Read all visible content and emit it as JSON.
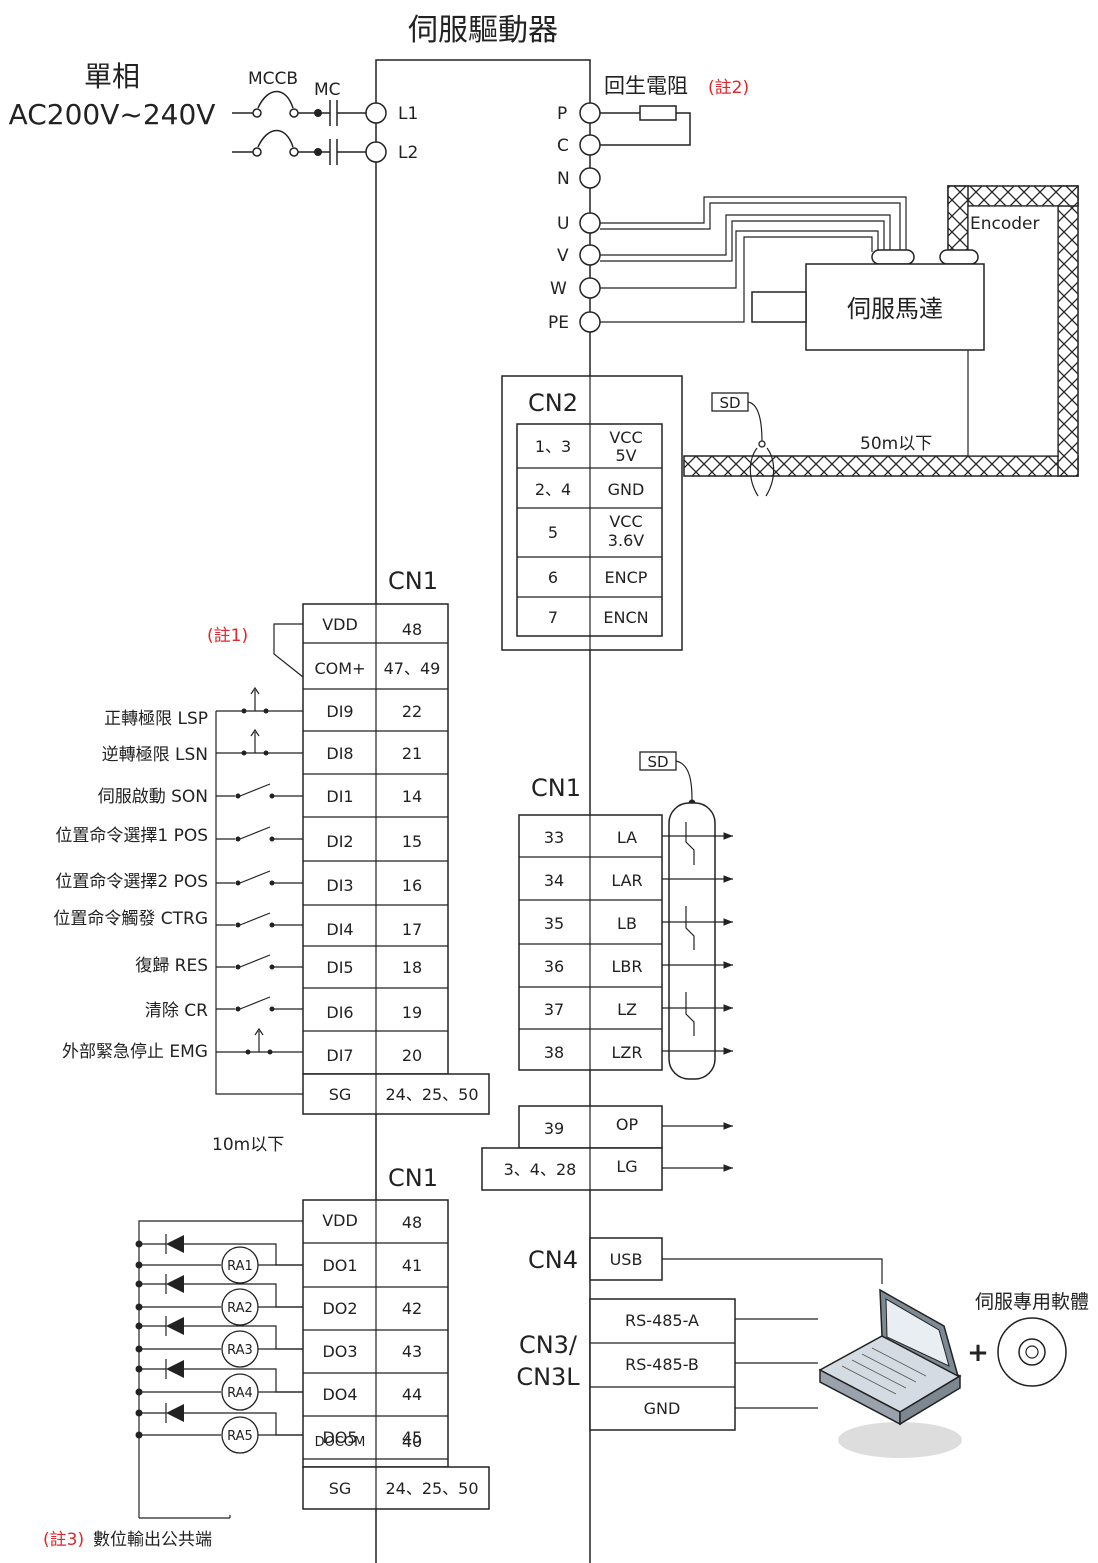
{
  "title": "伺服驅動器",
  "power": {
    "phase_label": "單相",
    "voltage_label": "AC200V~240V",
    "mccb_label": "MCCB",
    "mc_label": "MC",
    "terminals": [
      "L1",
      "L2"
    ]
  },
  "regen": {
    "label": "回生電阻",
    "note": "(註2)",
    "terminals": [
      "P",
      "C",
      "N"
    ]
  },
  "motor": {
    "terminals": [
      "U",
      "V",
      "W",
      "PE"
    ],
    "label": "伺服馬達",
    "encoder_label": "Encoder",
    "cable_length": "50m以下",
    "sd_label": "SD"
  },
  "cn2": {
    "title": "CN2",
    "rows": [
      {
        "pin": "1、3",
        "sig": "VCC 5V",
        "sig1": "VCC",
        "sig2": "5V"
      },
      {
        "pin": "2、4",
        "sig": "GND"
      },
      {
        "pin": "5",
        "sig": "VCC 3.6V",
        "sig1": "VCC",
        "sig2": "3.6V"
      },
      {
        "pin": "6",
        "sig": "ENCP"
      },
      {
        "pin": "7",
        "sig": "ENCN"
      }
    ]
  },
  "cn1_inputs": {
    "title": "CN1",
    "note1": "(註1)",
    "length": "10m以下",
    "rows": [
      {
        "sig": "VDD",
        "pin": "48"
      },
      {
        "sig": "COM+",
        "pin": "47、49"
      },
      {
        "sig": "DI9",
        "pin": "22",
        "desc": "正轉極限 LSP"
      },
      {
        "sig": "DI8",
        "pin": "21",
        "desc": "逆轉極限 LSN"
      },
      {
        "sig": "DI1",
        "pin": "14",
        "desc": "伺服啟動 SON"
      },
      {
        "sig": "DI2",
        "pin": "15",
        "desc": "位置命令選擇1 POS"
      },
      {
        "sig": "DI3",
        "pin": "16",
        "desc": "位置命令選擇2 POS"
      },
      {
        "sig": "DI4",
        "pin": "17",
        "desc": "位置命令觸發 CTRG"
      },
      {
        "sig": "DI5",
        "pin": "18",
        "desc": "復歸 RES"
      },
      {
        "sig": "DI6",
        "pin": "19",
        "desc": "清除 CR"
      },
      {
        "sig": "DI7",
        "pin": "20",
        "desc": "外部緊急停止 EMG"
      },
      {
        "sig": "SG",
        "pin": "24、25、50"
      }
    ]
  },
  "cn1_pulse": {
    "title": "CN1",
    "sd_label": "SD",
    "rows": [
      {
        "pin": "33",
        "sig": "LA"
      },
      {
        "pin": "34",
        "sig": "LAR"
      },
      {
        "pin": "35",
        "sig": "LB"
      },
      {
        "pin": "36",
        "sig": "LBR"
      },
      {
        "pin": "37",
        "sig": "LZ"
      },
      {
        "pin": "38",
        "sig": "LZR"
      }
    ],
    "extra_rows": [
      {
        "pin": "39",
        "sig": "OP"
      },
      {
        "pin": "3、4、28",
        "sig": "LG"
      }
    ]
  },
  "cn1_outputs": {
    "title": "CN1",
    "note3": "(註3)",
    "note3_text": "數位輸出公共端",
    "relays": [
      "RA1",
      "RA2",
      "RA3",
      "RA4",
      "RA5"
    ],
    "rows": [
      {
        "sig": "VDD",
        "pin": "48"
      },
      {
        "sig": "DO1",
        "pin": "41"
      },
      {
        "sig": "DO2",
        "pin": "42"
      },
      {
        "sig": "DO3",
        "pin": "43"
      },
      {
        "sig": "DO4",
        "pin": "44"
      },
      {
        "sig": "DO5",
        "pin": "45"
      },
      {
        "sig": "DOCOM",
        "pin": "40"
      },
      {
        "sig": "SG",
        "pin": "24、25、50"
      }
    ]
  },
  "cn4": {
    "title": "CN4",
    "sig": "USB"
  },
  "cn3": {
    "title_line1": "CN3/",
    "title_line2": "CN3L",
    "rows": [
      "RS-485-A",
      "RS-485-B",
      "GND"
    ]
  },
  "software": {
    "label": "伺服專用軟體",
    "plus": "+"
  }
}
